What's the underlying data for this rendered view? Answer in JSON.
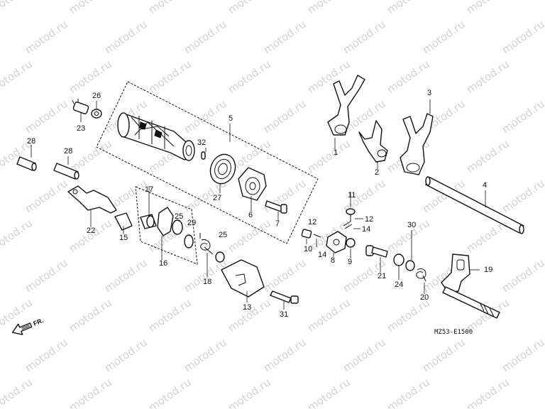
{
  "watermark": {
    "text": "motod.ru"
  },
  "diagram_code": "MZ53-E1500",
  "direction_label": "FR.",
  "callouts": [
    "1",
    "2",
    "3",
    "4",
    "5",
    "6",
    "7",
    "8",
    "9",
    "10",
    "11",
    "12",
    "12",
    "13",
    "14",
    "14",
    "15",
    "16",
    "17",
    "18",
    "19",
    "20",
    "21",
    "22",
    "23",
    "24",
    "25",
    "25",
    "26",
    "27",
    "28",
    "28",
    "29",
    "30",
    "31",
    "32"
  ]
}
